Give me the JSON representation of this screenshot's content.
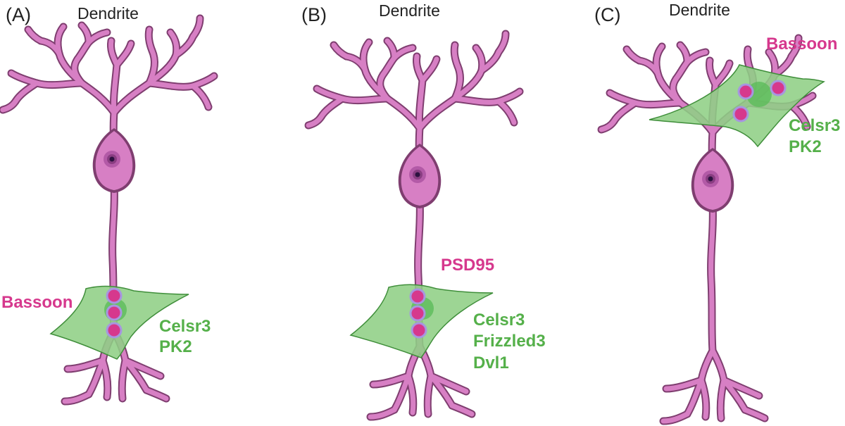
{
  "panels": [
    {
      "letter": "(A)",
      "dendrite_label": "Dendrite",
      "pink_labels": [
        "Bassoon"
      ],
      "green_labels": [
        "Celsr3",
        "PK2"
      ]
    },
    {
      "letter": "(B)",
      "dendrite_label": "Dendrite",
      "pink_labels": [
        "PSD95"
      ],
      "green_labels": [
        "Celsr3",
        "Frizzled3",
        "Dvl1"
      ]
    },
    {
      "letter": "(C)",
      "dendrite_label": "Dendrite",
      "pink_labels": [
        "Bassoon"
      ],
      "green_labels": [
        "Celsr3",
        "PK2"
      ]
    }
  ],
  "colors": {
    "neuron_fill": "#d77fc4",
    "neuron_outline": "#7f3e70",
    "synapse_green": "#8fcf85",
    "vesicle_pink": "#d6388d",
    "label_pink": "#d6388d",
    "label_green": "#55b04a"
  }
}
